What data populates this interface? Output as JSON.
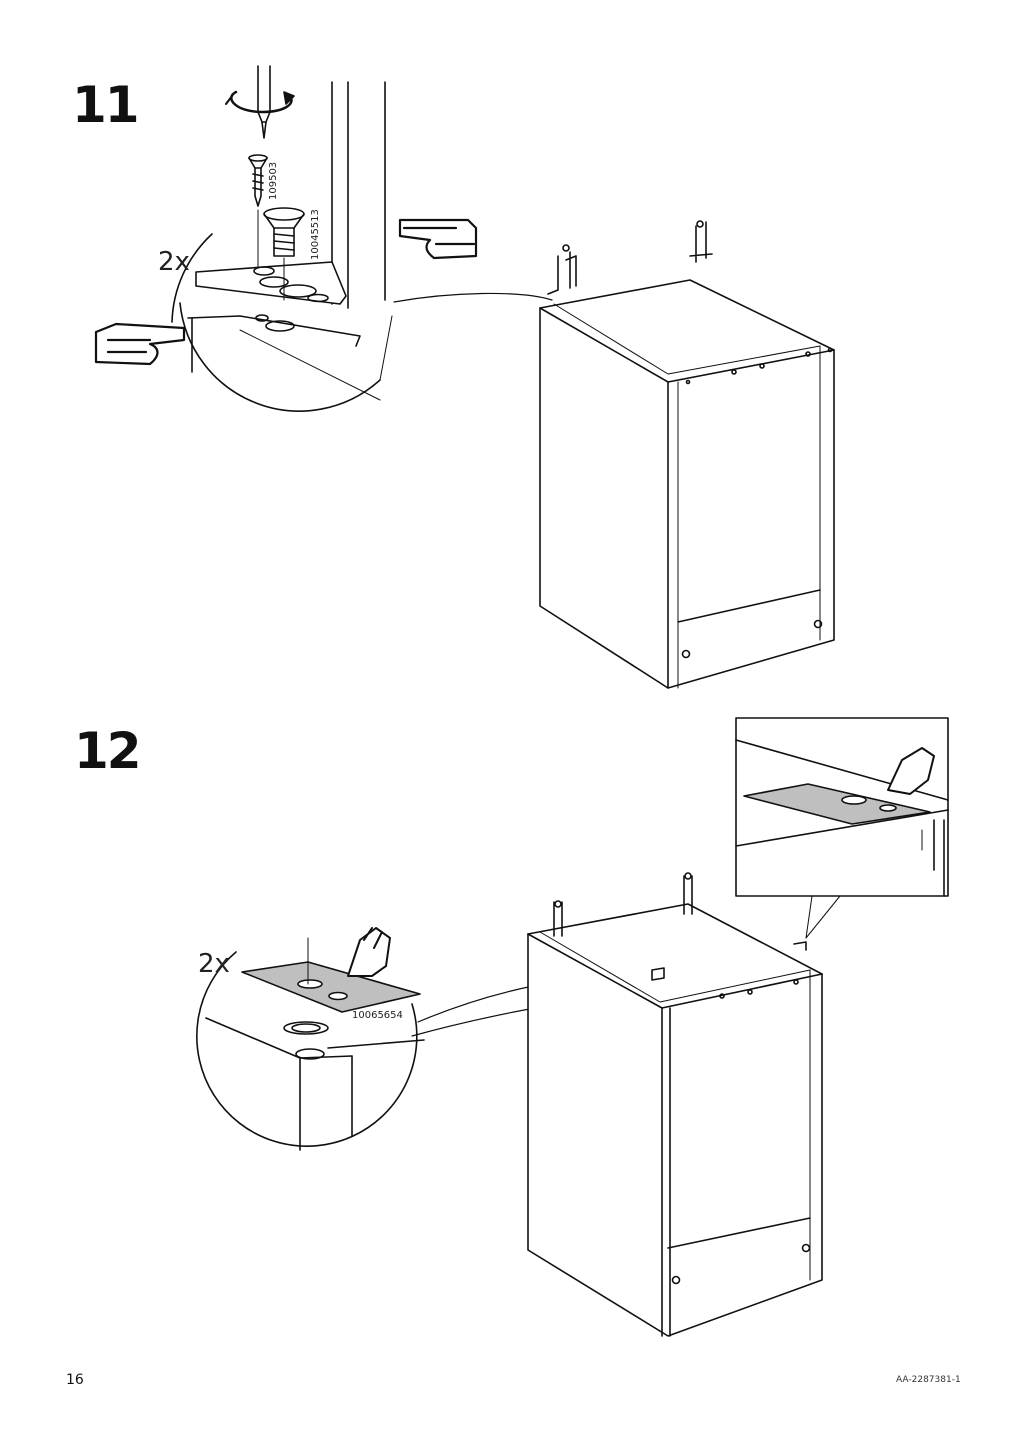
{
  "step11": {
    "number": "11",
    "quantity": "2x",
    "part_screw": "109503",
    "part_bolt": "10045513",
    "icons": [
      "screwdriver-rotation-icon",
      "pointing-hand-icon",
      "cabinet-illustration"
    ]
  },
  "step12": {
    "number": "12",
    "quantity": "2x",
    "part_plate": "10065654",
    "icons": [
      "finger-press-icon",
      "cabinet-illustration",
      "detail-inset"
    ]
  },
  "footer": {
    "page_number": "16",
    "doc_code": "AA-2287381-1"
  }
}
